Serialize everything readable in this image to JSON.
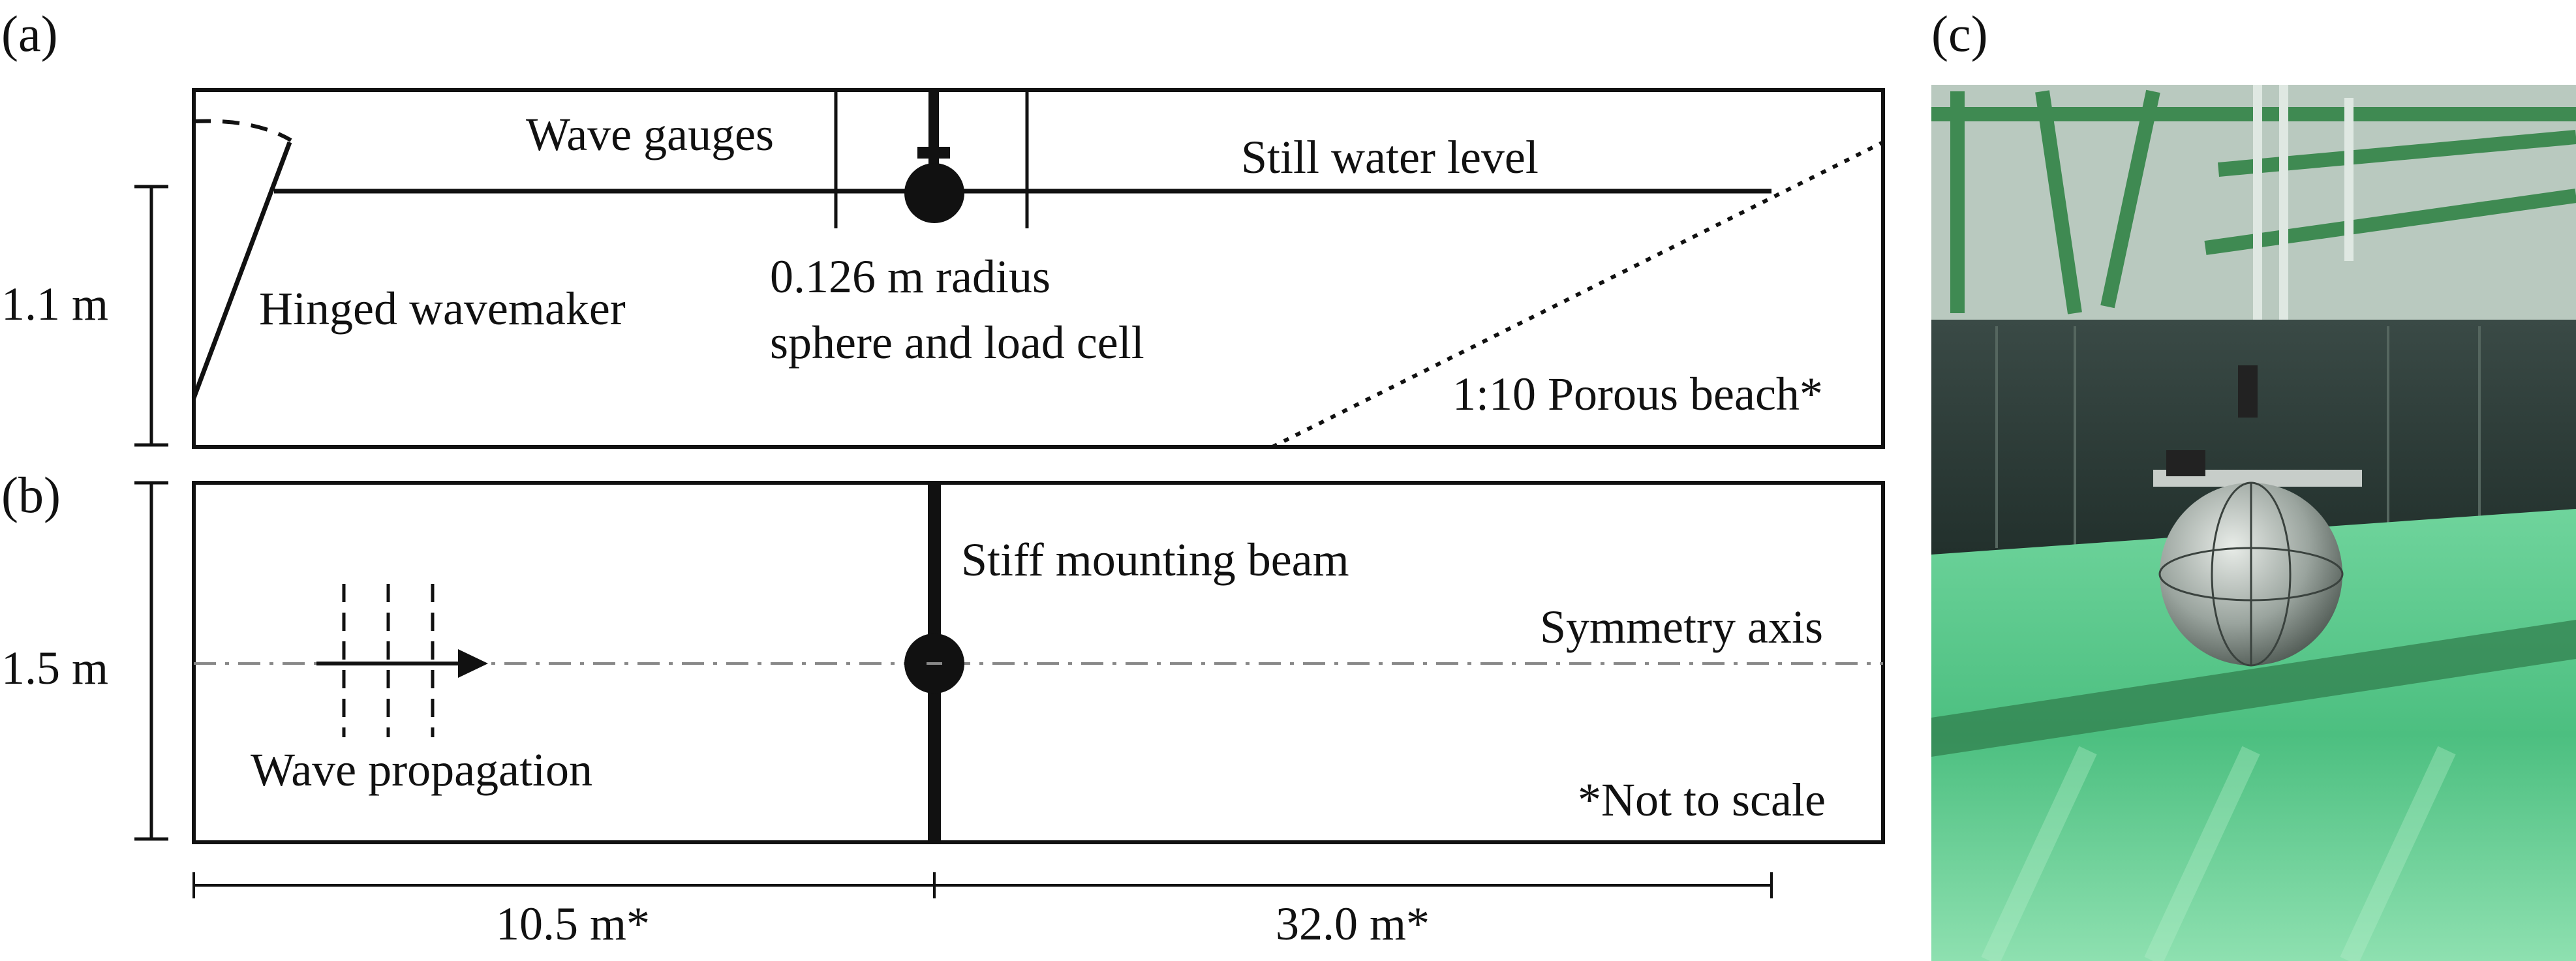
{
  "panels": {
    "a": "(a)",
    "b": "(b)",
    "c": "(c)"
  },
  "side_view": {
    "wave_gauges": "Wave gauges",
    "still_water_level": "Still water level",
    "hinged_wavemaker": "Hinged wavemaker",
    "sphere_line1": "0.126 m radius",
    "sphere_line2": "sphere and load cell",
    "porous_beach": "1:10 Porous beach*",
    "depth": "1.1 m"
  },
  "plan_view": {
    "stiff_beam": "Stiff mounting beam",
    "symmetry_axis": "Symmetry axis",
    "wave_propagation": "Wave propagation",
    "not_to_scale": "*Not to scale",
    "width": "1.5 m"
  },
  "dimensions": {
    "left_length": "10.5 m*",
    "right_length": "32.0 m*"
  },
  "photo": {
    "water_color": "#4fc48a",
    "frame_color": "#2f8a4a"
  }
}
